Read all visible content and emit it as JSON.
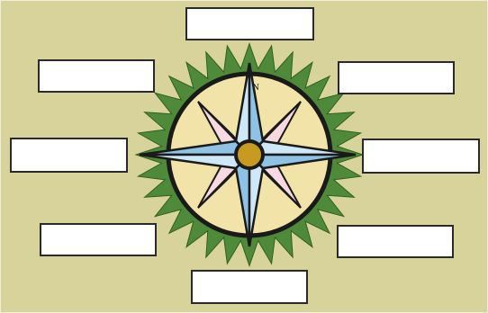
{
  "diagram": {
    "north_marker": "N",
    "label_boxes": [
      {
        "id": "north",
        "text": ""
      },
      {
        "id": "north-west",
        "text": ""
      },
      {
        "id": "north-east",
        "text": ""
      },
      {
        "id": "west",
        "text": ""
      },
      {
        "id": "east",
        "text": ""
      },
      {
        "id": "south-west",
        "text": ""
      },
      {
        "id": "south-east",
        "text": ""
      },
      {
        "id": "south",
        "text": ""
      }
    ],
    "colors": {
      "background": "#d8d39a",
      "outer_spikes": "#4f8a3a",
      "dial_fill": "#f2e4a8",
      "cardinal_points": "#a9d3ee",
      "intercardinal_points": "#d86f8f",
      "hub": "#c99a20",
      "outline": "#1a1a1a"
    }
  }
}
